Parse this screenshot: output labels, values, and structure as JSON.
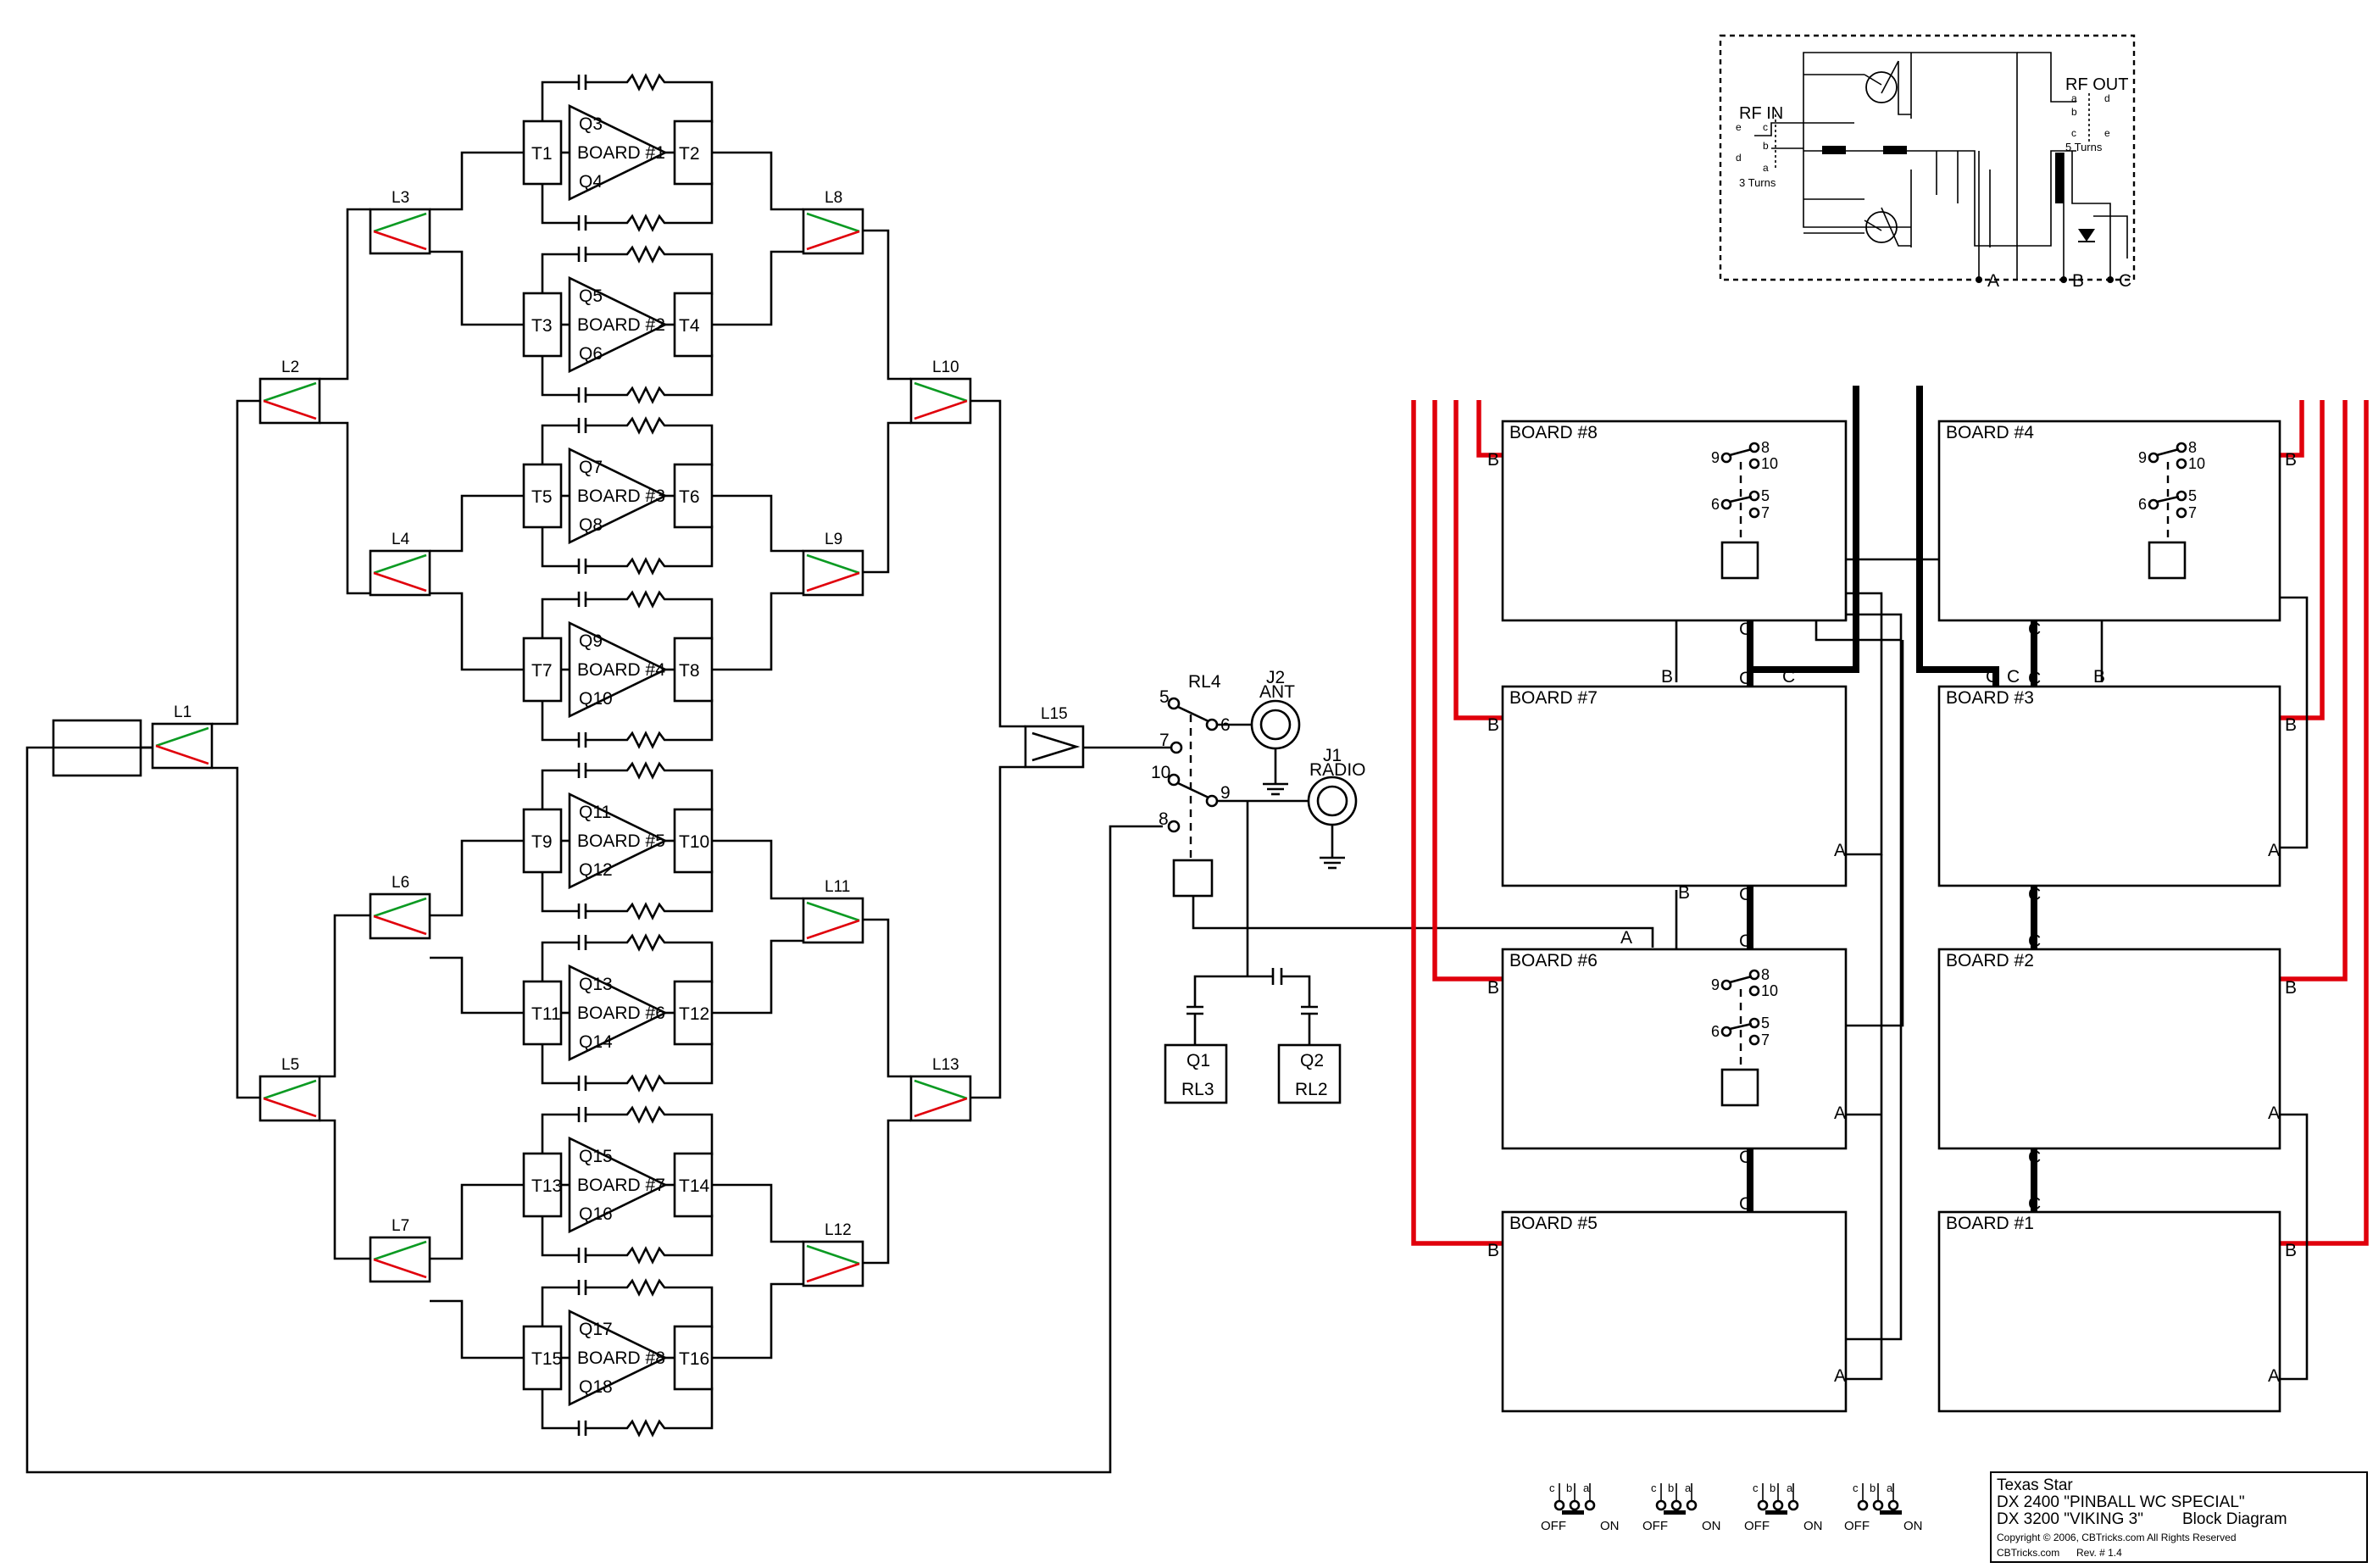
{
  "diagram": {
    "splitters": [
      "L1",
      "L2",
      "L3",
      "L4",
      "L5",
      "L6",
      "L7",
      "L8",
      "L9",
      "L10",
      "L11",
      "L12",
      "L13",
      "L15"
    ],
    "boards": [
      {
        "t_in": "T1",
        "t_out": "T2",
        "q_top": "Q3",
        "board": "BOARD #1",
        "q_bot": "Q4"
      },
      {
        "t_in": "T3",
        "t_out": "T4",
        "q_top": "Q5",
        "board": "BOARD #2",
        "q_bot": "Q6"
      },
      {
        "t_in": "T5",
        "t_out": "T6",
        "q_top": "Q7",
        "board": "BOARD #3",
        "q_bot": "Q8"
      },
      {
        "t_in": "T7",
        "t_out": "T8",
        "q_top": "Q9",
        "board": "BOARD #4",
        "q_bot": "Q10"
      },
      {
        "t_in": "T9",
        "t_out": "T10",
        "q_top": "Q11",
        "board": "BOARD #5",
        "q_bot": "Q12"
      },
      {
        "t_in": "T11",
        "t_out": "T12",
        "q_top": "Q13",
        "board": "BOARD #6",
        "q_bot": "Q14"
      },
      {
        "t_in": "T13",
        "t_out": "T14",
        "q_top": "Q15",
        "board": "BOARD #7",
        "q_bot": "Q16"
      },
      {
        "t_in": "T15",
        "t_out": "T16",
        "q_top": "Q17",
        "board": "BOARD #8",
        "q_bot": "Q18"
      }
    ],
    "relay": {
      "name": "RL4",
      "pins": [
        "5",
        "6",
        "7",
        "10",
        "9",
        "8"
      ]
    },
    "jacks": [
      {
        "line1": "J2",
        "line2": "ANT"
      },
      {
        "line1": "J1",
        "line2": "RADIO"
      }
    ],
    "transistors": [
      {
        "q": "Q1",
        "rl": "RL3"
      },
      {
        "q": "Q2",
        "rl": "RL2"
      }
    ],
    "board_blocks": [
      "BOARD #8",
      "BOARD #7",
      "BOARD #6",
      "BOARD #5",
      "BOARD #4",
      "BOARD #3",
      "BOARD #2",
      "BOARD #1"
    ],
    "pin_labels": {
      "a": "A",
      "b": "B",
      "c": "C"
    },
    "switch_pins": [
      "9",
      "8",
      "10",
      "6",
      "5",
      "7"
    ],
    "schematic": {
      "rf_in": "RF IN",
      "rf_out": "RF OUT",
      "turns_in": "3 Turns",
      "turns_out": "5 Turns",
      "taps": [
        "e",
        "c",
        "b",
        "d",
        "a"
      ],
      "out_taps": [
        "b",
        "a",
        "c",
        "d",
        "e"
      ],
      "terminals": [
        "A",
        "B",
        "C"
      ]
    },
    "switch_legend": {
      "pins": [
        "c",
        "b",
        "a"
      ],
      "off": "OFF",
      "on": "ON"
    },
    "title_block": {
      "line1": "Texas Star",
      "line2": "DX 2400 \"PINBALL WC SPECIAL\"",
      "line3": "DX 3200 \"VIKING 3\"",
      "line3b": "Block Diagram",
      "copyright": "Copyright © 2006, CBTricks.com All Rights Reserved",
      "site": "CBTricks.com",
      "rev": "Rev. # 1.4"
    }
  }
}
